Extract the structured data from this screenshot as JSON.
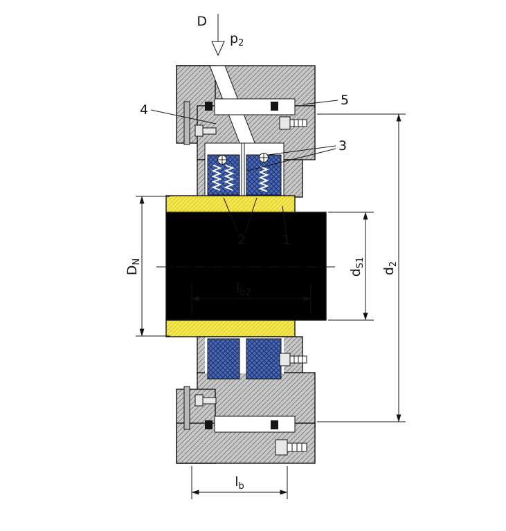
{
  "annotations": {
    "direction_label": "D",
    "pressure": {
      "base": "p",
      "sub": "2"
    },
    "parts": {
      "part1": "1",
      "part2": "2",
      "part3": "3",
      "part4": "4",
      "part5": "5"
    }
  },
  "dimensions": {
    "DN": {
      "base": "D",
      "sub": "N"
    },
    "lb2": {
      "base": "l",
      "sub": "b2"
    },
    "dS1": {
      "base": "d",
      "sub": "S1"
    },
    "d2": {
      "base": "d",
      "sub": "2"
    },
    "lb": {
      "base": "l",
      "sub": "b"
    }
  },
  "colors": {
    "housing": "#c8c8c8",
    "housing_hatch": "#7e7e7e",
    "seal_ring": "#4a69b5",
    "seal_ring_hatch": "#1b2e6d",
    "sleeve": "#f4e64d",
    "sleeve_hatch": "#d6c32e",
    "shaft": "#cdcdcd",
    "line": "#141414",
    "background": "#ffffff"
  }
}
